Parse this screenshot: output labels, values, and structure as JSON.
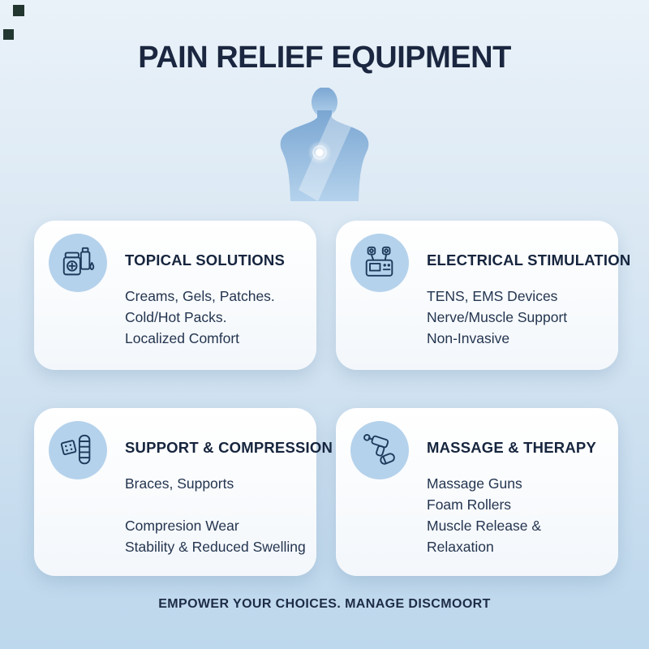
{
  "title": "PAIN RELIEF EQUIPMENT",
  "footer": "EMPOWER YOUR CHOICES. MANAGE DISCMOORT",
  "colors": {
    "background_top": "#eaf2f9",
    "background_bottom": "#bdd7ec",
    "card_background": "#ffffff",
    "icon_badge": "#b5d2ec",
    "heading_text": "#1b2740",
    "body_text": "#243550",
    "torso_blue": "#8fb4da"
  },
  "cards": [
    {
      "title": "TOPICAL SOLUTIONS",
      "icon": "topical-icon",
      "lines": [
        "Creams, Gels, Patches.",
        "Cold/Hot Packs.",
        "Localized Comfort",
        ""
      ]
    },
    {
      "title": "ELECTRICAL STIMULATION",
      "icon": "electrical-stimulation-icon",
      "lines": [
        "TENS, EMS Devices",
        "Nerve/Muscle Support",
        "Non-Invasive",
        ""
      ]
    },
    {
      "title": "SUPPORT & COMPRESSION",
      "icon": "support-compression-icon",
      "lines": [
        "Braces, Supports",
        "",
        "Compresion Wear",
        "Stability & Reduced Swelling"
      ]
    },
    {
      "title": "MASSAGE & THERAPY",
      "icon": "massage-therapy-icon",
      "lines": [
        "Massage Guns",
        "Foam Rollers",
        "Muscle Release &",
        "Relaxation"
      ]
    }
  ]
}
